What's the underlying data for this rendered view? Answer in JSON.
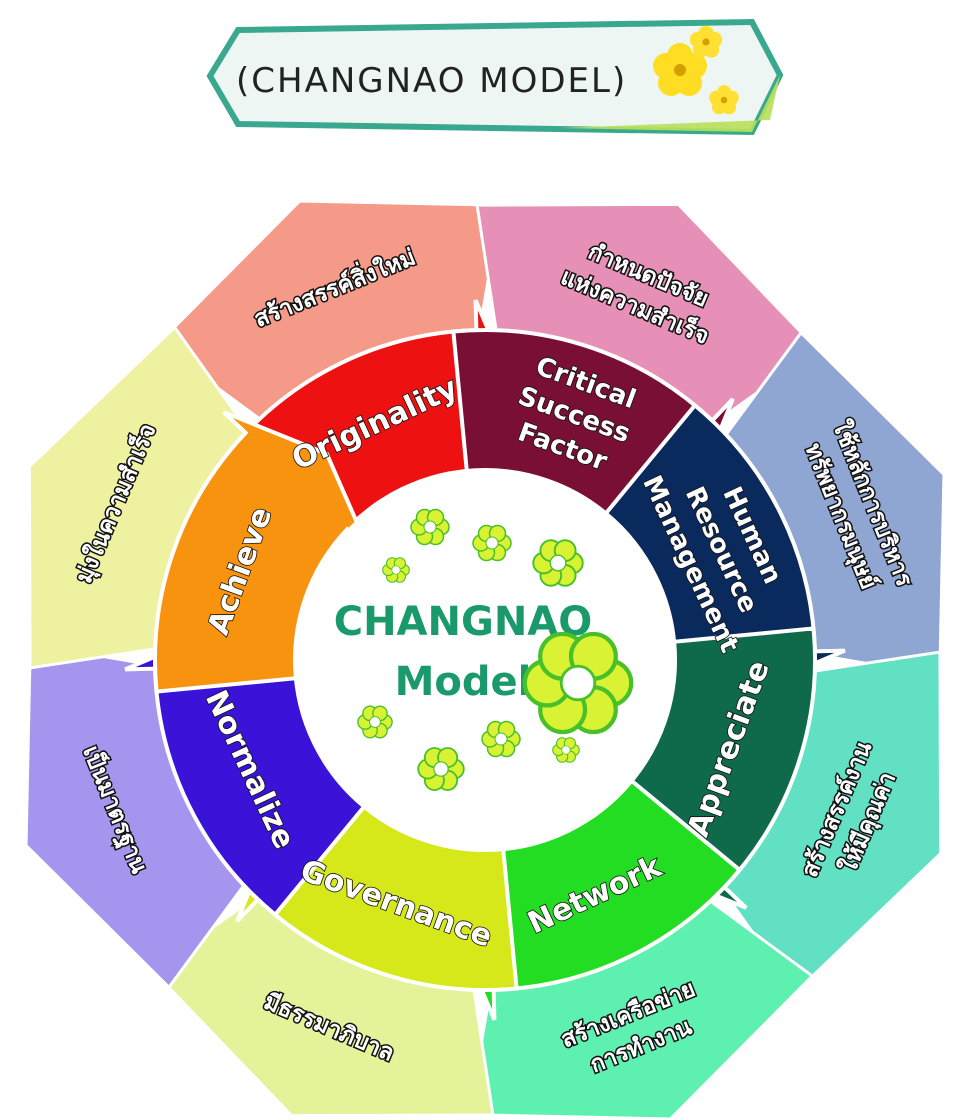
{
  "banner": {
    "title": "(CHANGNAO   MODEL)"
  },
  "center": {
    "line1": "CHANGNAO",
    "line2": "Model"
  },
  "segments": [
    {
      "id": "originality",
      "initial": "O",
      "rest": "riginality",
      "color": "#ee1111",
      "initial_color": "#ff2a2a"
    },
    {
      "id": "critical",
      "lines": [
        "Critical",
        "Success",
        "Factor"
      ],
      "initial": "C",
      "color": "#7a0f35"
    },
    {
      "id": "human",
      "lines": [
        "Human",
        "Resource",
        "Management"
      ],
      "initial": "H",
      "color": "#0a2a5e"
    },
    {
      "id": "appreciate",
      "initial": "A",
      "rest": "ppreciate",
      "color": "#0f6a4c"
    },
    {
      "id": "network",
      "initial": "N",
      "rest": "etwork",
      "color": "#22dd22"
    },
    {
      "id": "governance",
      "initial": "G",
      "rest": "overnance",
      "color": "#d6e81a"
    },
    {
      "id": "normalize",
      "initial": "N",
      "rest": "ormalize",
      "color": "#3a12d8"
    },
    {
      "id": "achieve",
      "initial": "A",
      "rest": "chieve",
      "color": "#f7930e"
    }
  ],
  "petals": [
    {
      "id": "originality",
      "lines": [
        "สร้างสรรค์สิ่งใหม่"
      ],
      "color": "#f59a88"
    },
    {
      "id": "critical",
      "lines": [
        "กำหนดปัจจัย",
        "แห่งความสำเร็จ"
      ],
      "color": "#e690b8"
    },
    {
      "id": "human",
      "lines": [
        "ใช้หลักการบริหาร",
        "ทรัพยากรมนุษย์"
      ],
      "color": "#8fa6d2"
    },
    {
      "id": "appreciate",
      "lines": [
        "สร้างสรรค์งาน",
        "ให้มีคุณค่า"
      ],
      "color": "#62e0c4"
    },
    {
      "id": "network",
      "lines": [
        "สร้างเครือข่าย",
        "การทำงาน"
      ],
      "color": "#5ef0b0"
    },
    {
      "id": "governance",
      "lines": [
        "มีธรรมาภิบาล"
      ],
      "color": "#e4f29a"
    },
    {
      "id": "normalize",
      "lines": [
        "เป็นมาตรฐาน"
      ],
      "color": "#a695ee"
    },
    {
      "id": "achieve",
      "lines": [
        "มุ่งในความสำเร็จ"
      ],
      "color": "#eef2a0"
    }
  ]
}
